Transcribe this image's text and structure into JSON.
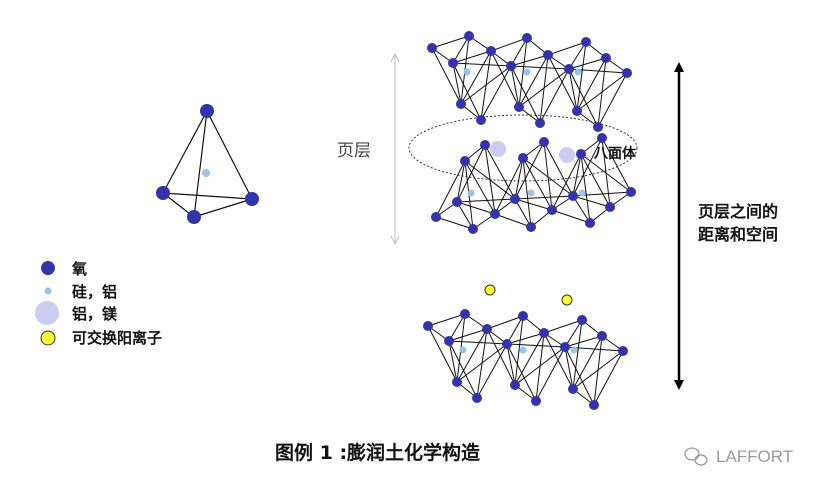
{
  "labels": {
    "sheet_layer": "页层",
    "octahedron": "八面体",
    "interlayer_distance_line1": "页层之间的",
    "interlayer_distance_line2": "距离和空间"
  },
  "legend": [
    {
      "label": "氧",
      "color": "#3333aa"
    },
    {
      "label": "硅，铝",
      "color": "#99c4e8"
    },
    {
      "label": "铝，镁",
      "color": "#ccccf0"
    },
    {
      "label": "可交换阳离子",
      "color": "#ffff33"
    }
  ],
  "caption": "图例 1 :膨润土化学构造",
  "watermark": "LAFFORT"
}
